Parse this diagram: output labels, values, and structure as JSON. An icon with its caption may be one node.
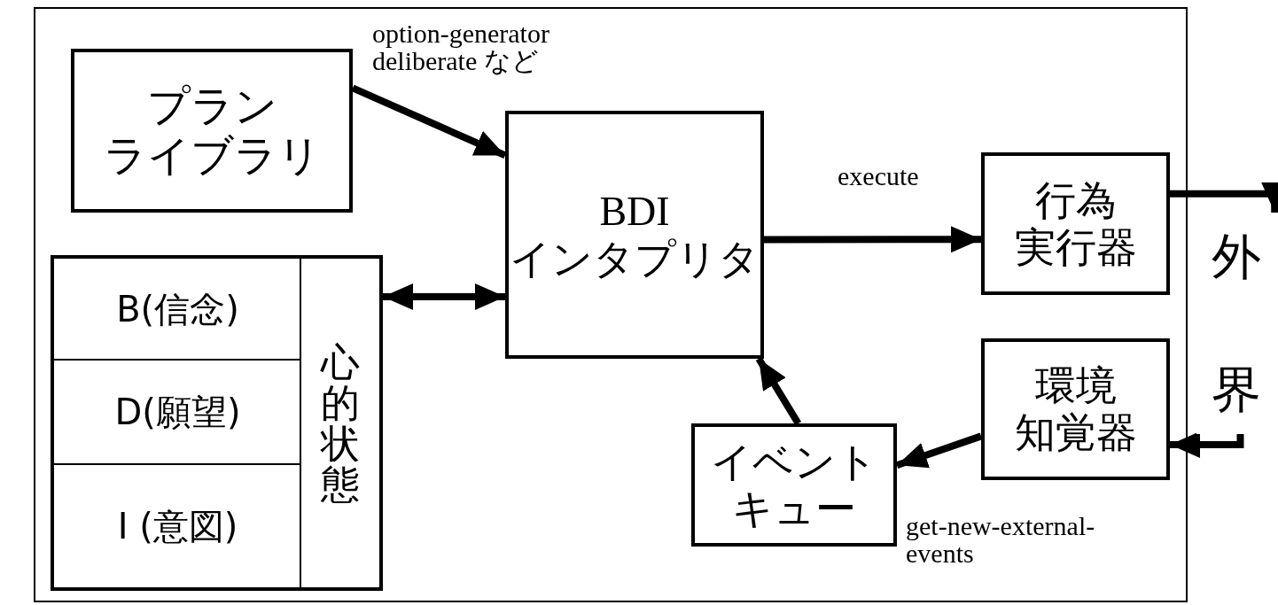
{
  "diagram": {
    "nodes": [
      {
        "text": [],
        "shape": "box"
      },
      {
        "text": [
          "プランライブラリ"
        ],
        "in": 0
      },
      {
        "text": [
          "B(信念)"
        ],
        "in": 0
      },
      {
        "text": [
          "D(願望)"
        ],
        "in": 0
      },
      {
        "text": [
          "I (意図)"
        ],
        "in": 0
      },
      {
        "text": [
          "心的状態"
        ],
        "in": 0
      },
      {
        "text": [
          "BDI インタプリタ"
        ],
        "in": 0
      },
      {
        "text": [
          "行為実行器"
        ],
        "in": 0
      },
      {
        "text": [
          "環境知覚器"
        ],
        "in": 0
      },
      {
        "text": [
          "イベントキュー"
        ],
        "in": 0
      },
      {
        "text": [
          "外界"
        ]
      }
    ],
    "edges": [
      {
        "from": 1,
        "to": 6,
        "arrow": "to",
        "label": "option-generator deliberate など"
      },
      {
        "from": 5,
        "to": 6,
        "arrow": "both"
      },
      {
        "from": 6,
        "to": 7,
        "arrow": "to",
        "label": "execute"
      },
      {
        "from": 7,
        "to": 10,
        "arrow": "to"
      },
      {
        "from": 10,
        "to": 8,
        "arrow": "to"
      },
      {
        "from": 8,
        "to": 9,
        "arrow": "to",
        "label": "get-new-external-events"
      },
      {
        "from": 9,
        "to": 6,
        "arrow": "to"
      }
    ]
  }
}
